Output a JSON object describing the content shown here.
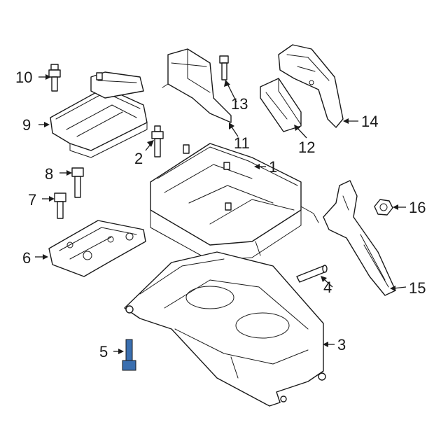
{
  "diagram": {
    "highlight_color": "#3a6fb0",
    "line_color": "#1a1a1a",
    "callouts": [
      {
        "id": "1",
        "label": "1"
      },
      {
        "id": "2",
        "label": "2"
      },
      {
        "id": "3",
        "label": "3"
      },
      {
        "id": "4",
        "label": "4"
      },
      {
        "id": "5",
        "label": "5"
      },
      {
        "id": "6",
        "label": "6"
      },
      {
        "id": "7",
        "label": "7"
      },
      {
        "id": "8",
        "label": "8"
      },
      {
        "id": "9",
        "label": "9"
      },
      {
        "id": "10",
        "label": "10"
      },
      {
        "id": "11",
        "label": "11"
      },
      {
        "id": "12",
        "label": "12"
      },
      {
        "id": "13",
        "label": "13"
      },
      {
        "id": "14",
        "label": "14"
      },
      {
        "id": "15",
        "label": "15"
      },
      {
        "id": "16",
        "label": "16"
      }
    ]
  }
}
